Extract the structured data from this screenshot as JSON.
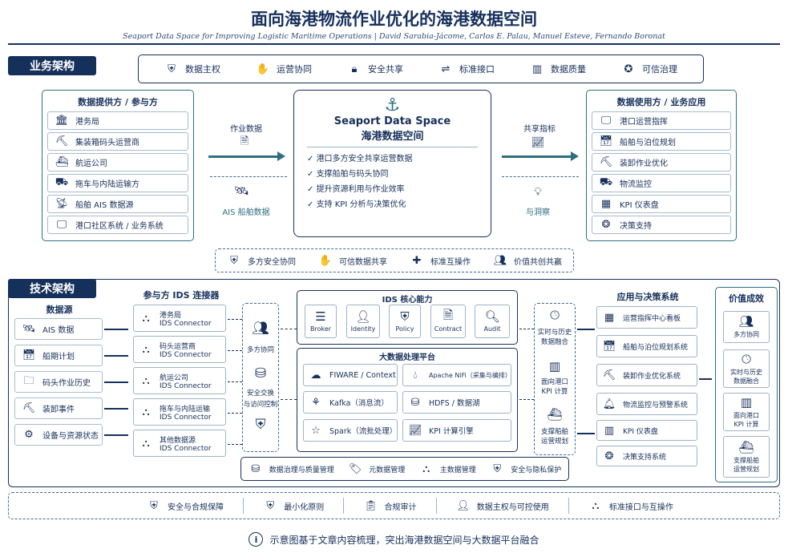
{
  "header": {
    "title": "面向海港物流作业优化的海港数据空间",
    "subtitle": "Seaport Data Space for Improving Logistic Maritime Operations  |  David Sarabia-Jácome, Carlos E. Palau, Manuel Esteve, Fernando Boronat"
  },
  "business": {
    "label": "业务架构",
    "pillars": [
      "数据主权",
      "运营协同",
      "安全共享",
      "标准接口",
      "数据质量",
      "可信治理"
    ],
    "providers": {
      "title": "数据提供方 / 参与方",
      "items": [
        "港务局",
        "集装箱码头运营商",
        "航运公司",
        "拖车与内陆运输方",
        "船舶 AIS 数据源",
        "港口社区系统 / 业务系统"
      ]
    },
    "flow_left": {
      "top": "作业数据",
      "bottom": "AIS 船舶数据"
    },
    "center": {
      "title_en": "Seaport Data Space",
      "title_cn": "海港数据空间",
      "bullets": [
        "港口多方安全共享运营数据",
        "支撑船舶与码头协同",
        "提升资源利用与作业效率",
        "支持 KPI 分析与决策优化"
      ]
    },
    "flow_right": {
      "top": "共享指标",
      "bottom": "与洞察"
    },
    "consumers": {
      "title": "数据使用方 / 业务应用",
      "items": [
        "港口运营指挥",
        "船舶与泊位规划",
        "装卸作业优化",
        "物流监控",
        "KPI 仪表盘",
        "决策支持"
      ]
    },
    "principles": [
      "多方安全协同",
      "可信数据共享",
      "标准互操作",
      "价值共创共赢"
    ]
  },
  "tech": {
    "label": "技术架构",
    "sources": {
      "title": "数据源",
      "items": [
        "AIS 数据",
        "船期计划",
        "码头作业历史",
        "装卸事件",
        "设备与资源状态"
      ]
    },
    "connectors": {
      "title": "参与方 IDS 连接器",
      "items": [
        {
          "name": "港务局",
          "sub": "IDS Connector"
        },
        {
          "name": "码头运营商",
          "sub": "IDS Connector"
        },
        {
          "name": "航运公司",
          "sub": "IDS Connector"
        },
        {
          "name": "拖车与内陆运输",
          "sub": "IDS Connector"
        },
        {
          "name": "其他数据源",
          "sub": "IDS Connector"
        }
      ]
    },
    "security": [
      "多方协同",
      "安全交换",
      "与访问控制"
    ],
    "ids_core": {
      "title": "IDS 核心能力",
      "items": [
        "Broker",
        "Identity",
        "Policy",
        "Contract",
        "Audit"
      ]
    },
    "bigdata": {
      "title": "大数据处理平台",
      "items": [
        "FIWARE / Context",
        "Apache NiFi（采集与编排）",
        "Kafka（消息流）",
        "HDFS / 数据湖",
        "Spark（流批处理）",
        "KPI 计算引擎"
      ]
    },
    "middle": [
      [
        "实时与历史",
        "数据融合"
      ],
      [
        "面向港口",
        "KPI 计算"
      ],
      [
        "支撑船舶",
        "运营规划"
      ]
    ],
    "apps": {
      "title": "应用与决策系统",
      "items": [
        "运营指挥中心看板",
        "船舶与泊位规划系统",
        "装卸作业优化系统",
        "物流监控与预警系统",
        "KPI 仪表盘",
        "决策支持系统"
      ]
    },
    "value": {
      "title": "价值成效",
      "items": [
        [
          "多方协同",
          ""
        ],
        [
          "实时与历史",
          "数据融合"
        ],
        [
          "面向港口",
          "KPI 计算"
        ],
        [
          "支撑船舶",
          "运营规划"
        ]
      ]
    },
    "governance": [
      "数据治理与质量管理",
      "元数据管理",
      "主数据管理",
      "安全与隐私保护"
    ]
  },
  "footer": {
    "items": [
      "安全与合规保障",
      "最小化原则",
      "合规审计",
      "数据主权与可控使用",
      "标准接口与互操作"
    ],
    "note": "示意图基于文章内容梳理，突出海港数据空间与大数据平台融合"
  },
  "colors": {
    "navy": "#16305c",
    "teal": "#2e6e80",
    "border": "#a7bccd"
  }
}
